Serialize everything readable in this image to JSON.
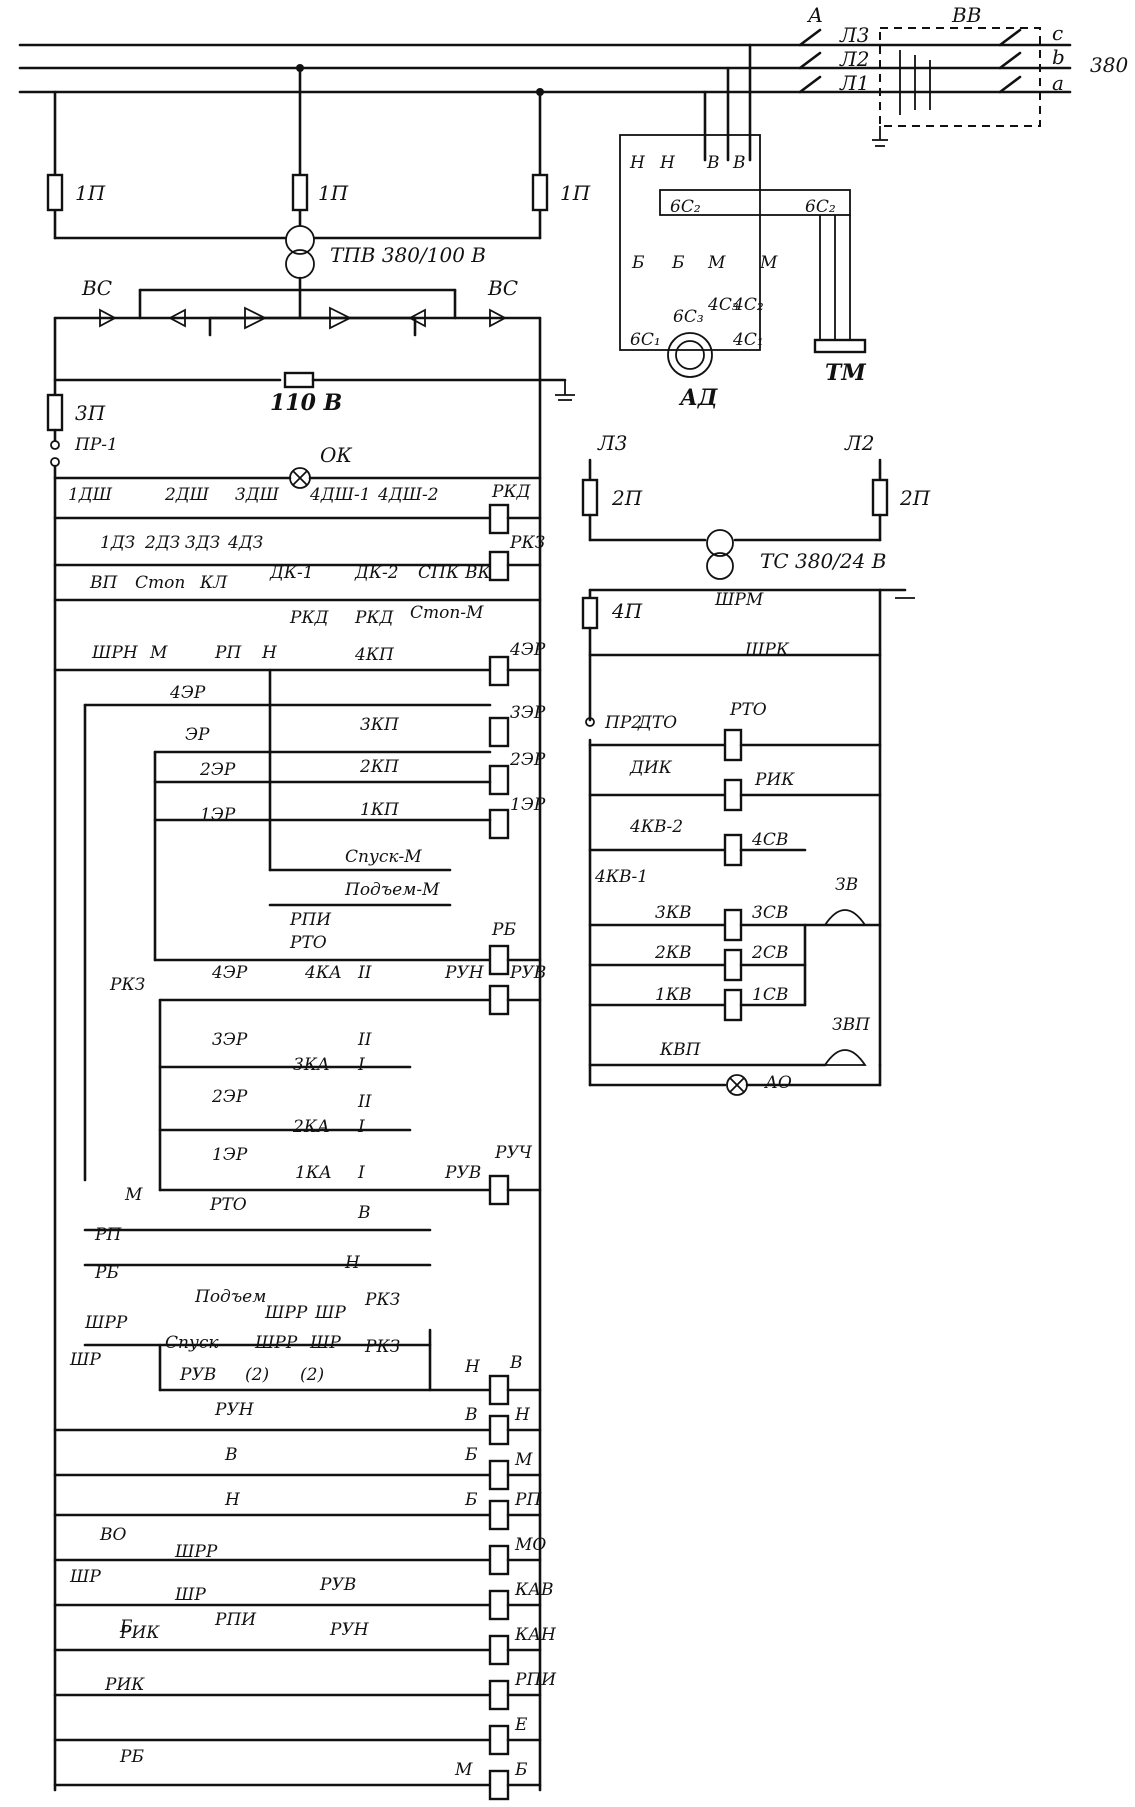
{
  "labels": {
    "supply": {
      "phase_a": "А",
      "l3": "Л3",
      "l2": "Л2",
      "l1": "Л1",
      "c": "c",
      "b": "b",
      "a": "a",
      "volt": "380",
      "vv": "ВВ"
    },
    "fuses": {
      "f1a": "1П",
      "f1b": "1П",
      "f1c": "1П",
      "f3": "3П",
      "f2a": "2П",
      "f2b": "2П",
      "f4": "4П"
    },
    "power": {
      "trans": "ТПВ 380/100 В",
      "vs1": "ВС",
      "vs2": "ВС",
      "res": "110 В",
      "pr1": "ПР-1",
      "ok": "ОК"
    },
    "motor": {
      "n1": "Н",
      "n2": "Н",
      "v1": "В",
      "v2": "В",
      "bc2a": "6С₂",
      "bc2b": "6С₂",
      "b": "Б",
      "bc3": "6С₃",
      "m1": "М",
      "m2": "М",
      "hc3": "4С₃",
      "hc2": "4С₂",
      "bc1": "6С₁",
      "hc1": "4С₁",
      "ad": "АД",
      "tm": "ТМ"
    },
    "chain": {
      "d1": "1ДШ",
      "d2": "2ДШ",
      "d3": "3ДШ",
      "d41": "4ДШ-1",
      "d42": "4ДШ-2",
      "rkd": "РКД",
      "z1": "1ДЗ",
      "z2": "2ДЗ",
      "z3": "3ДЗ",
      "z4": "4ДЗ",
      "rkz": "РКЗ",
      "vp": "ВП",
      "stop": "Стоп",
      "kl": "КЛ",
      "dk1": "ДК-1",
      "dk2": "ДК-2",
      "spk": "СПК",
      "vk": "ВК",
      "rkd2": "РКД",
      "rkd3": "РКД",
      "stpm": "Стоп-М"
    },
    "floor": {
      "shrn": "ШРН",
      "m": "М",
      "rp": "РП",
      "n": "Н",
      "kp4": "4КП",
      "r4": "4ЭР",
      "r4c": "4ЭР",
      "r3": "ЭР",
      "kp3": "3КП",
      "r3c": "3ЭР",
      "r2": "2ЭР",
      "kp2": "2КП",
      "r2c": "2ЭР",
      "r1": "1ЭР",
      "kp1": "1КП",
      "r1c": "1ЭР",
      "spm": "Спуск-М",
      "pdm": "Подъем-М",
      "rpi": "РПИ",
      "rto": "РТО",
      "rb": "РБ"
    },
    "dir": {
      "rkz": "РКЗ",
      "r4": "4ЭР",
      "ka4": "4КА",
      "ii": "II",
      "run": "РУН",
      "ruv": "РУВ",
      "r3": "3ЭР",
      "ka3": "3КА",
      "ii3": "II",
      "i3": "I",
      "r2": "2ЭР",
      "ka2": "2КА",
      "ii2": "II",
      "i2": "I",
      "r1": "1ЭР",
      "ka1": "1КА",
      "i1": "I",
      "ruv2": "РУВ",
      "ruch": "РУЧ",
      "m": "М",
      "rto": "РТО",
      "v": "В",
      "rp": "РП",
      "rb": "РБ",
      "n": "Н"
    },
    "ctrl": {
      "podem": "Подъем",
      "shrr": "ШРР",
      "shr": "ШР",
      "rkz": "РКЗ",
      "spusk": "Спуск",
      "shrr2": "ШРР",
      "shr2": "ШР",
      "ruv": "РУВ",
      "two1": "(2)",
      "two2": "(2)",
      "rkz2": "РКЗ",
      "shrr3": "ШРР",
      "shr3": "ШР",
      "n": "Н",
      "v": "В",
      "run": "РУН",
      "v2": "В",
      "h2": "Н",
      "v3": "В",
      "b": "Б",
      "m": "М",
      "n2": "Н",
      "b2": "Б",
      "rp": "РП",
      "vo": "ВО",
      "shr4": "ШР",
      "shrr4": "ШРР",
      "shr5": "ШР",
      "b3": "Б",
      "mo": "МО",
      "ruv2": "РУВ",
      "rpi": "РПИ",
      "kav": "КАВ",
      "run2": "РУН",
      "rik": "РИК",
      "kan": "КАН",
      "rik2": "РИК",
      "rpi2": "РПИ",
      "e": "Е",
      "m2": "М",
      "b4": "Б",
      "rb": "РБ"
    },
    "signal": {
      "l3": "Л3",
      "l2": "Л2",
      "ts": "ТС 380/24 В",
      "shrm": "ШРМ",
      "shrk": "ШРК",
      "pr2": "ПР2",
      "dto": "ДТО",
      "rto": "РТО",
      "dik": "ДИК",
      "rik": "РИК",
      "kv42": "4КВ-2",
      "sv4": "4СВ",
      "kv41": "4КВ-1",
      "kv3": "3КВ",
      "sv3": "3СВ",
      "zv": "ЗВ",
      "kv2": "2КВ",
      "sv2": "2СВ",
      "kv1": "1КВ",
      "sv1": "1СВ",
      "kvp": "КВП",
      "zvp": "ЗВП",
      "ao": "АО"
    }
  }
}
